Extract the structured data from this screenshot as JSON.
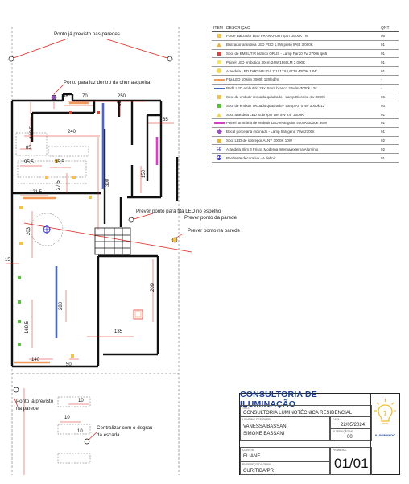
{
  "annotations": {
    "ponto_paredes": "Ponto já previsto nas paredes",
    "ponto_churrasqueira": "Ponto para luz dentro da churrasqueira",
    "fita_espelho": "Prever ponto para fita LED no espelho",
    "ponto_parede_1": "Prever ponto da parede",
    "ponto_parede_2": "Prever ponto na parede",
    "ponto_previsto_1": "Ponto já previsto",
    "ponto_previsto_2": "na parede",
    "centralizar_1": "Centralizar com o degrau",
    "centralizar_2": "da escada"
  },
  "dimensions": {
    "d250": "250",
    "d38": "38",
    "d70": "70",
    "d15": "15",
    "d65": "65",
    "d240": "240",
    "d1095": "109,5",
    "d85": "85",
    "d955": "95,5",
    "d355": "35,5",
    "d275": "27,5",
    "d1215": "121,5",
    "d300": "300",
    "d150": "150",
    "d203": "203",
    "d15b": "15",
    "d280": "280",
    "d209": "209",
    "d1695": "169,5",
    "d135": "135",
    "d140": "140",
    "d50": "50",
    "d10a": "10",
    "d10b": "10",
    "d10c": "10"
  },
  "legend": {
    "headers": {
      "item": "ITEM",
      "descricao": "DESCRIÇÃO",
      "qnt": "QNT"
    },
    "items": [
      {
        "desc": "Poste Balizador LED FRANKFURT Ip67 3000K 7W",
        "qty": "05",
        "icon": "square",
        "color": "#f2c24a"
      },
      {
        "desc": "Balizador arandela LED POD 1,5W preto IP65 3.000K",
        "qty": "01",
        "icon": "triangle",
        "color": "#f0b53a"
      },
      {
        "desc": "Spot de EMBUTIR branco ORUS - Lamp Par20 7w 2700k Ip65",
        "qty": "01",
        "icon": "square",
        "color": "#d2473f"
      },
      {
        "desc": "Painel LED embutido 30cm 24W 1860LM 3.000K",
        "qty": "01",
        "icon": "square",
        "color": "#f7e26b"
      },
      {
        "desc": "Arandela LED TARTARUGA 7,1X17X4,6CM 4000K 12W",
        "qty": "01",
        "icon": "circle",
        "color": "#f6d84c"
      },
      {
        "desc": "Fita LED 10w/m 3000k 120led/m",
        "qty": "-",
        "icon": "line",
        "color": "#f29a5a"
      },
      {
        "desc": "Perfil LED embutido 23x15mm branco 20w/m 3000k 12v",
        "qty": "-",
        "icon": "line",
        "color": "#4a66c9"
      },
      {
        "desc": "Spot de embutir recuado quadrado - Lamp Dicroica 4w 3000k",
        "qty": "06",
        "icon": "square",
        "color": "#f2c24a"
      },
      {
        "desc": "Spot de embutir recuado quadrado - Lamp Ar70 4w 3000k 12°",
        "qty": "03",
        "icon": "square",
        "color": "#5bbf3b"
      },
      {
        "desc": "Spot arandela LED Sobrepor Bet 5W 24° 3000K",
        "qty": "01",
        "icon": "triangle",
        "color": "#f6d84c"
      },
      {
        "desc": "Painel luminária de embutir LED retangular 4000K/3000K 36W",
        "qty": "01",
        "icon": "line",
        "color": "#d63fc7"
      },
      {
        "desc": "Bocal porcelana inclinado - Lamp halogena 70w 2700k",
        "qty": "01",
        "icon": "diamond",
        "color": "#9b4fc2"
      },
      {
        "desc": "Spot LED de sobrepor ALNY 3000K 10W",
        "qty": "02",
        "icon": "square",
        "color": "#e5b63a"
      },
      {
        "desc": "Arandela Slim 3 Frisos Moderna Interna/externa Alumínio",
        "qty": "02",
        "icon": "crosscircle",
        "color": "#6b6bd0"
      },
      {
        "desc": "Pendente decorativo - A definir",
        "qty": "01",
        "icon": "crosscircle",
        "color": "#2a2ad8"
      }
    ]
  },
  "title_block": {
    "title": "CONSULTORIA DE ILUMINAÇÃO",
    "tipo_label": "TIPO:",
    "tipo": "CONSULTORIA LUMINOTÉCNICA RESIDENCIAL",
    "lighting_label": "LIGHTING DESIGNER:",
    "designer_1": "VANESSA BASSANI",
    "designer_2": "SIMONE BASSANI",
    "data_label": "DATA:",
    "data": "22/05/2024",
    "alteracao_label": "ALTERAÇÃO Nº:",
    "alteracao": "00",
    "cliente_label": "CLIENTE:",
    "cliente": "ELIANE",
    "endereco_label": "ENDEREÇO DA OBRA:",
    "endereco": "CURITIBA/PR",
    "prancha_label": "PRANCHA:",
    "prancha": "01/01",
    "logo_text": "ILUMINANDO",
    "accent": "#1a3f96"
  }
}
